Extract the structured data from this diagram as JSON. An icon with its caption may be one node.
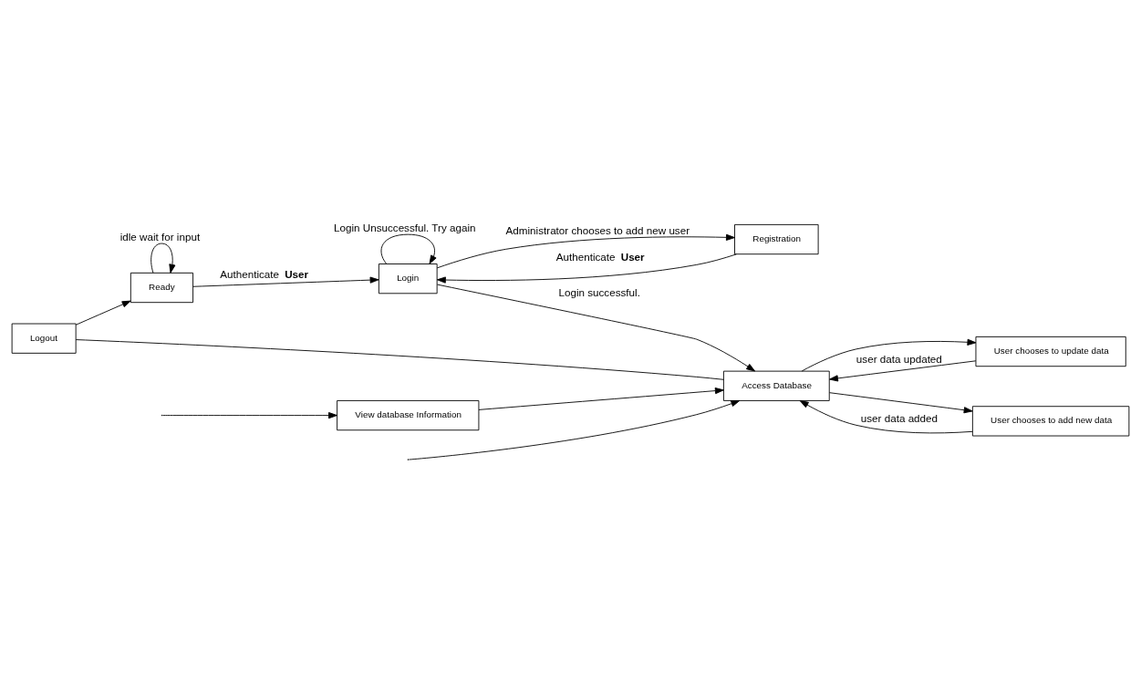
{
  "diagram": {
    "nodes": [
      {
        "text": [
          "Logout"
        ]
      },
      {
        "text": [
          "User chooses to update data"
        ]
      },
      {
        "text": [
          "Ready"
        ]
      },
      {
        "text": [
          "Login"
        ]
      },
      {
        "text": [
          "Access Database"
        ]
      },
      {
        "text": [
          "User chooses to add new data"
        ]
      },
      {
        "text": [
          "Registration"
        ]
      },
      {
        "text": [
          "View database Information"
        ]
      }
    ],
    "edges": [
      {
        "from": 0,
        "to": 2,
        "arrow": "to"
      },
      {
        "from": 4,
        "to": 0,
        "arrow": "none"
      },
      {
        "from": 2,
        "to": 2,
        "arrow": "to",
        "label": "idle wait for input"
      },
      {
        "from": 2,
        "to": 3,
        "arrow": "to",
        "label": "Authenticate **User**"
      },
      {
        "from": 3,
        "to": 3,
        "arrow": "to",
        "label": "Login Unsuccessful. Try again"
      },
      {
        "from": 3,
        "to": 4,
        "arrow": "to",
        "label": "Login successful."
      },
      {
        "from": 3,
        "to": 6,
        "arrow": "to",
        "label": "Administrator chooses to add new user"
      },
      {
        "from": 6,
        "to": 3,
        "arrow": "to",
        "label": "Authenticate **User**"
      },
      {
        "from": 4,
        "to": 1,
        "arrow": "to"
      },
      {
        "from": 1,
        "to": 4,
        "arrow": "to",
        "label": "user data updated"
      },
      {
        "from": 4,
        "to": 5,
        "arrow": "to"
      },
      {
        "from": 5,
        "to": 4,
        "arrow": "to",
        "label": "user data added"
      },
      {
        "from": 7,
        "to": 4,
        "arrow": "to"
      },
      {
        "from": null,
        "to": 4,
        "arrow": "to"
      },
      {
        "from": null,
        "to": 7,
        "arrow": "to"
      }
    ]
  }
}
